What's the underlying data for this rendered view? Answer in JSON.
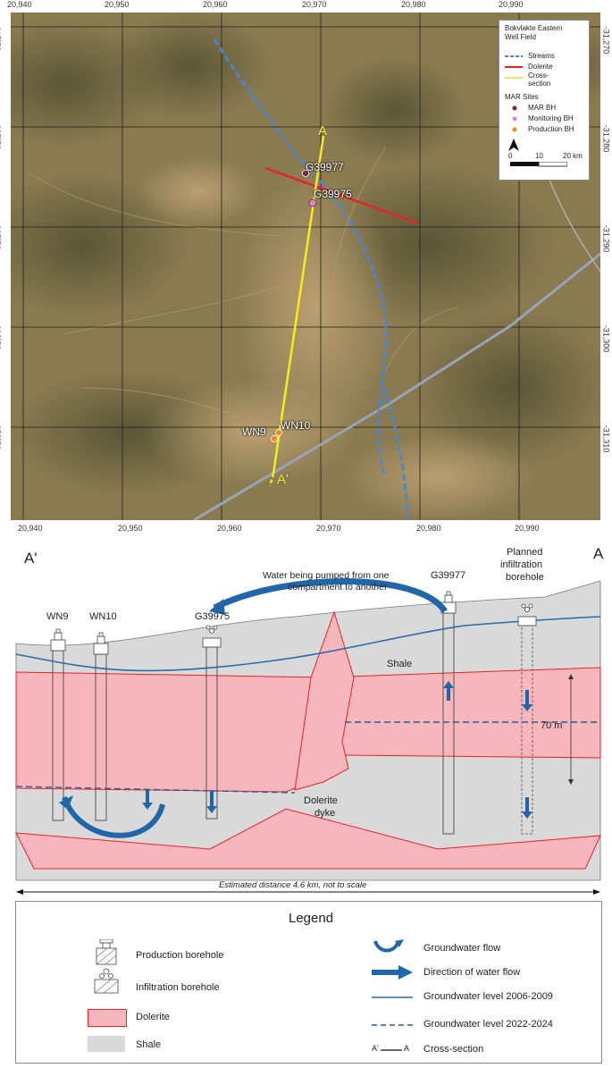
{
  "map": {
    "x_ticks": [
      "20,940",
      "20,950",
      "20,960",
      "20,970",
      "20,980",
      "20,990"
    ],
    "y_ticks": [
      "-31,270",
      "-31,280",
      "-31,290",
      "-31,300",
      "-31,310"
    ],
    "inset_legend": {
      "title_line1": "Bokvlakte Eastern",
      "title_line2": "Well Field",
      "streams": "Streams",
      "dolerite": "Dolerite",
      "cross_section_line1": "Cross-",
      "cross_section_line2": "section",
      "sites_heading": "MAR Sites",
      "mar_bh": "MAR BH",
      "monitoring_bh": "Monitoring BH",
      "production_bh": "Production BH",
      "scale_0": "0",
      "scale_10": "10",
      "scale_20": "20 km"
    },
    "labels": {
      "a": "A",
      "a_prime": "A'",
      "g39977": "G39977",
      "g39975": "G39975",
      "wn9": "WN9",
      "wn10": "WN10"
    },
    "colors": {
      "streams": "#4a86d8",
      "dolerite": "#e8222a",
      "cross_section": "#f5ec1c",
      "mar_bh": "#7a1f4a",
      "monitoring_bh": "#d988d0",
      "production_bh": "#e88a1e",
      "road": "#9aa3b8"
    }
  },
  "section": {
    "left_end": "A'",
    "right_end": "A",
    "wn9": "WN9",
    "wn10": "WN10",
    "g39975": "G39975",
    "g39977": "G39977",
    "planned_line1": "Planned",
    "planned_line2": "infiltration",
    "planned_line3": "borehole",
    "pumping_line1": "Water being pumped from one",
    "pumping_line2": "compartment to another",
    "shale": "Shale",
    "dyke_line1": "Dolerite",
    "dyke_line2": "dyke",
    "thickness": "70 m",
    "distance_note": "Estimated distance 4.6 km, not to scale",
    "colors": {
      "dolerite_fill": "#f7b6bb",
      "dolerite_edge": "#e8222a",
      "shale_fill": "#d9d9d9",
      "gw_old": "#2d6aa8",
      "gw_new": "#2d5a96",
      "flow": "#2166a8"
    }
  },
  "legend": {
    "title": "Legend",
    "production_borehole": "Production borehole",
    "infiltration_borehole": "Infiltration borehole",
    "dolerite": "Dolerite",
    "shale": "Shale",
    "groundwater_flow": "Groundwater flow",
    "direction_of_water_flow": "Direction of water flow",
    "gw_level_2006_2009": "Groundwater level 2006-2009",
    "gw_level_2022_2024": "Groundwater level 2022-2024",
    "cross_section": "Cross-section",
    "cross_section_a_prime": "A'",
    "cross_section_a": "A"
  }
}
